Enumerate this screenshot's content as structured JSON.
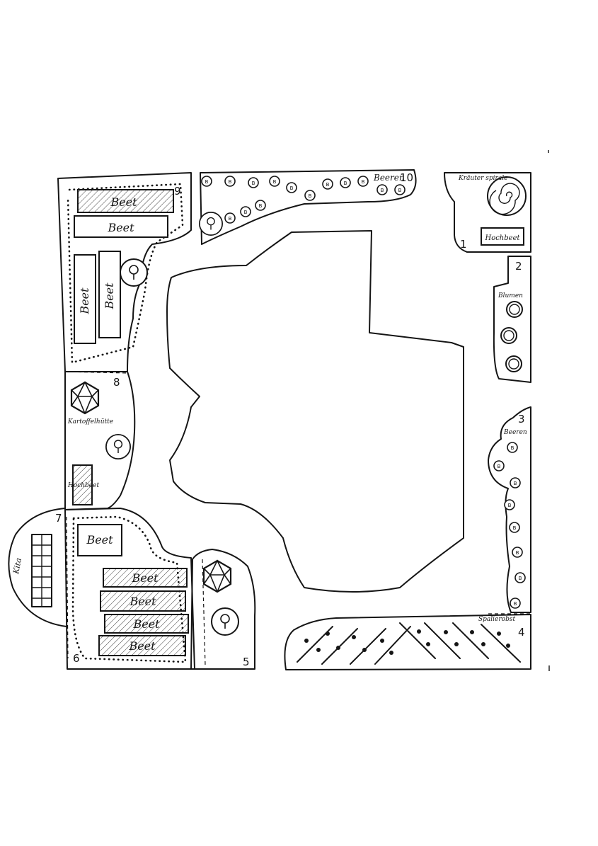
{
  "plan": {
    "zone_numbers": {
      "z1": "1",
      "z2": "2",
      "z3": "3",
      "z4": "4",
      "z5": "5",
      "z6": "6",
      "z7": "7",
      "z8": "8",
      "z9": "9",
      "z10": "10"
    },
    "labels": {
      "beet": "Beet",
      "hochbeet": "Hochbeet",
      "kraeuterspirale": "Kräuter spirale",
      "blumen": "Blumen",
      "beeren": "Beeren",
      "kartoffelhuette": "Kartoffelhütte",
      "kita": "Kita",
      "spalierobst": "Spalierobst"
    },
    "bush_marker": "B"
  }
}
